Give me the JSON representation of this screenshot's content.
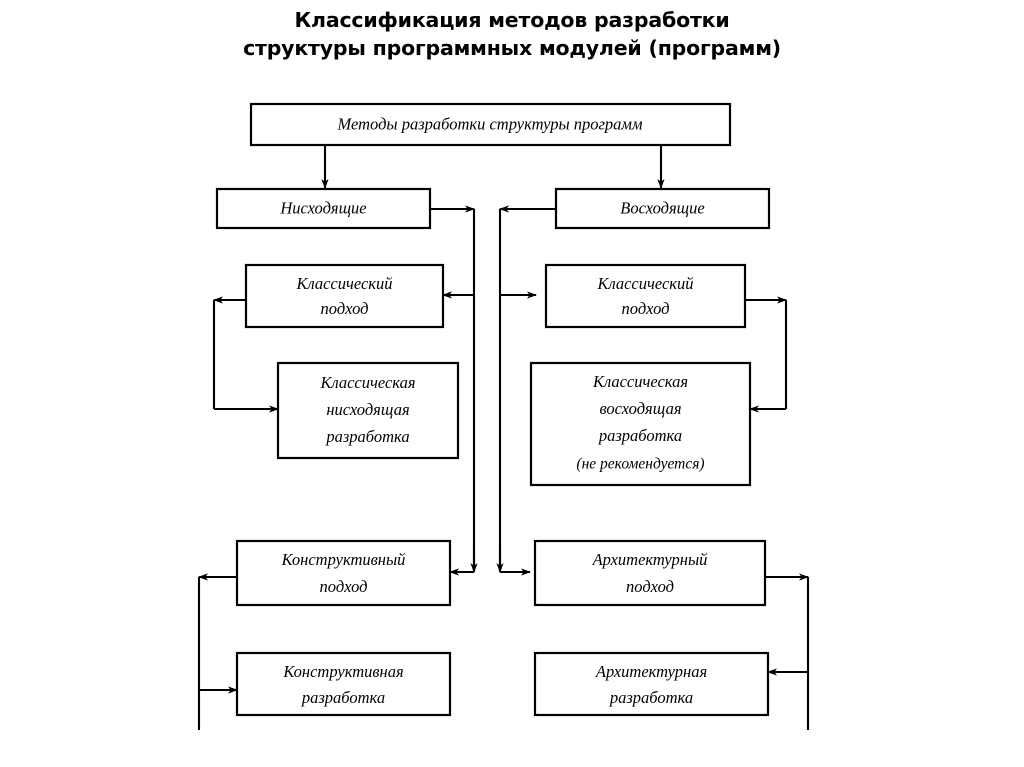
{
  "title": {
    "line1": "Классификация методов разработки",
    "line2": "структуры программных модулей (программ)"
  },
  "diagram": {
    "type": "flowchart",
    "orientation": "top-down",
    "root": {
      "id": "root",
      "label": "Методы разработки структуры программ"
    },
    "branches": [
      {
        "id": "descending",
        "label": "Нисходящие",
        "side": "left"
      },
      {
        "id": "ascending",
        "label": "Восходящие",
        "side": "right"
      }
    ],
    "nodes": [
      {
        "id": "classic-approach-left",
        "side": "left",
        "lines": [
          "Классический",
          "подход"
        ]
      },
      {
        "id": "classic-descending-development",
        "side": "left",
        "lines": [
          "Классическая",
          "нисходящая",
          "разработка"
        ]
      },
      {
        "id": "constructive-approach",
        "side": "left",
        "lines": [
          "Конструктивный",
          "подход"
        ]
      },
      {
        "id": "constructive-development",
        "side": "left",
        "lines": [
          "Конструктивная",
          "разработка"
        ]
      },
      {
        "id": "classic-approach-right",
        "side": "right",
        "lines": [
          "Классический",
          "подход"
        ]
      },
      {
        "id": "classic-ascending-development",
        "side": "right",
        "lines": [
          "Классическая",
          "восходящая",
          "разработка",
          "(не рекомендуется)"
        ]
      },
      {
        "id": "architectural-approach",
        "side": "right",
        "lines": [
          "Архитектурный",
          "подход"
        ]
      },
      {
        "id": "architectural-development",
        "side": "right",
        "lines": [
          "Архитектурная",
          "разработка"
        ]
      }
    ],
    "colors": {
      "stroke": "#000000",
      "fill": "#ffffff",
      "text": "#000000"
    }
  }
}
